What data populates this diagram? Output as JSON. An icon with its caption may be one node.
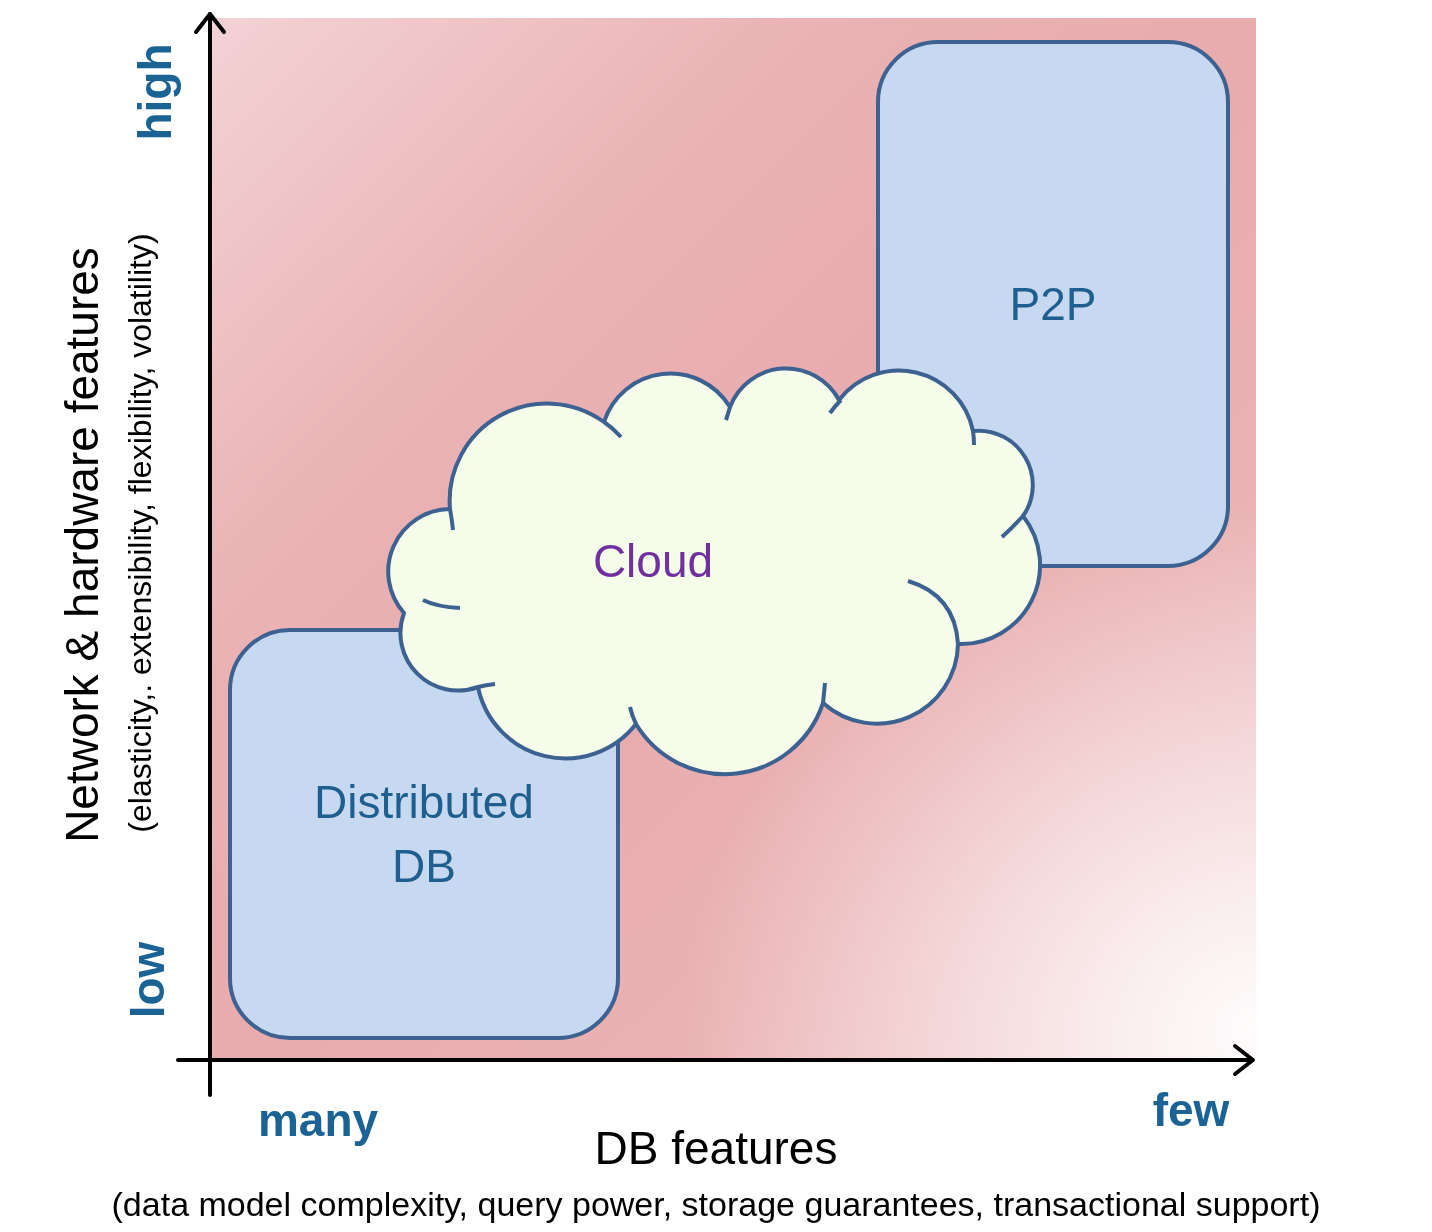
{
  "diagram": {
    "nodes": [
      {
        "text": [
          "P2P"
        ]
      },
      {
        "text": [
          "Cloud"
        ]
      },
      {
        "text": [
          "Distributed DB"
        ]
      }
    ],
    "labels": [
      "high",
      "Network & hardware features",
      "(elasticity,. extensibility, flexibility, volatility)",
      "low",
      "many",
      "few",
      "DB features",
      "(data model complexity, query power, storage guarantees, transactional support)"
    ]
  }
}
